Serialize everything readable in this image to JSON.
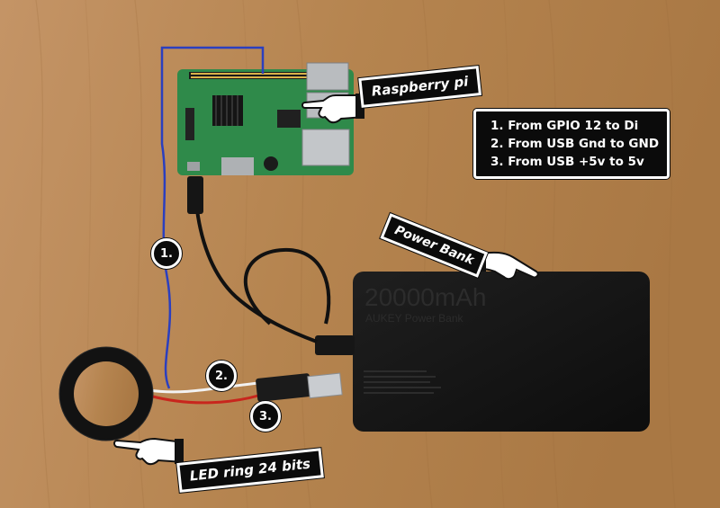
{
  "labels": {
    "raspberry_pi": "Raspberry pi",
    "power_bank": "Power Bank",
    "led_ring": "LED ring 24 bits"
  },
  "instructions": [
    "1. From GPIO 12 to Di",
    "2. From USB Gnd to GND",
    "3. From USB +5v to 5v"
  ],
  "step_markers": [
    "1.",
    "2.",
    "3."
  ],
  "power_bank_print": {
    "capacity": "20000mAh",
    "brand": "AUKEY Power Bank"
  },
  "colors": {
    "wood": "#b98a58",
    "label_bg": "#0b0b0b",
    "label_text": "#ffffff",
    "wire_gpio": "#2b3fbf",
    "wire_gnd": "#f2f2f2",
    "wire_5v": "#c8261d",
    "pcb": "#2f8a4a"
  },
  "icons": [
    "pointing-hand-icon"
  ]
}
